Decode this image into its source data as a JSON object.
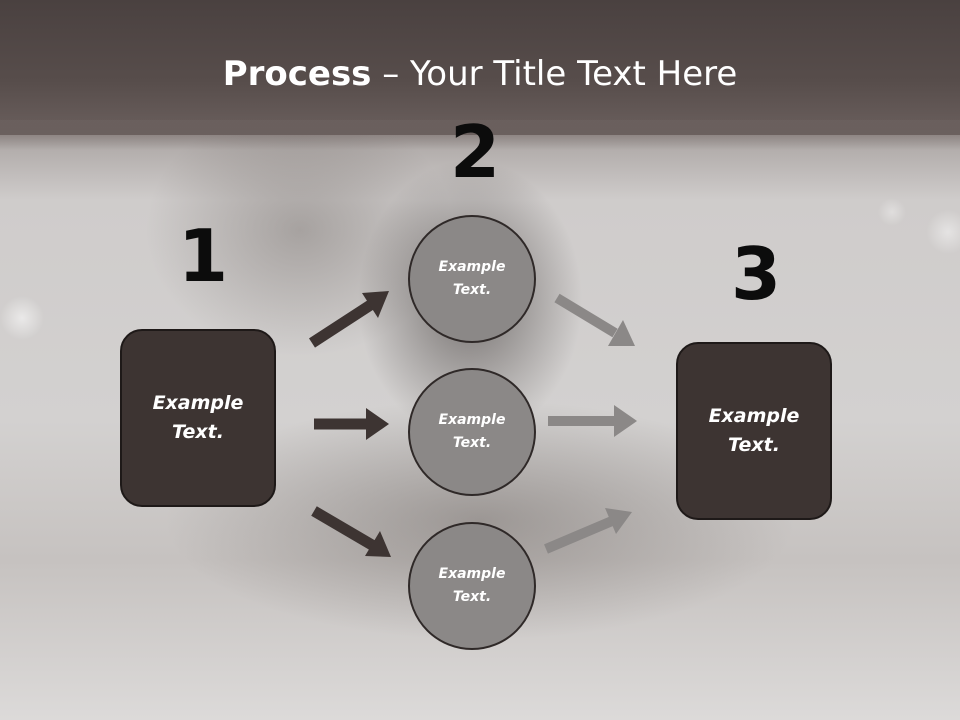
{
  "slide": {
    "title_bold": "Process",
    "title_rest": " – Your Title Text Here"
  },
  "steps": {
    "n1": "1",
    "n2": "2",
    "n3": "3"
  },
  "nodes": {
    "left_box": "Example Text.",
    "circle_top": "Example Text.",
    "circle_mid": "Example Text.",
    "circle_bottom": "Example Text.",
    "right_box": "Example Text."
  },
  "colors": {
    "dark_box": "#3d3432",
    "circle_fill": "#8b8887",
    "arrow_dark": "#3d3432",
    "arrow_light": "#8b8887",
    "title_bar": "#574d4b"
  }
}
